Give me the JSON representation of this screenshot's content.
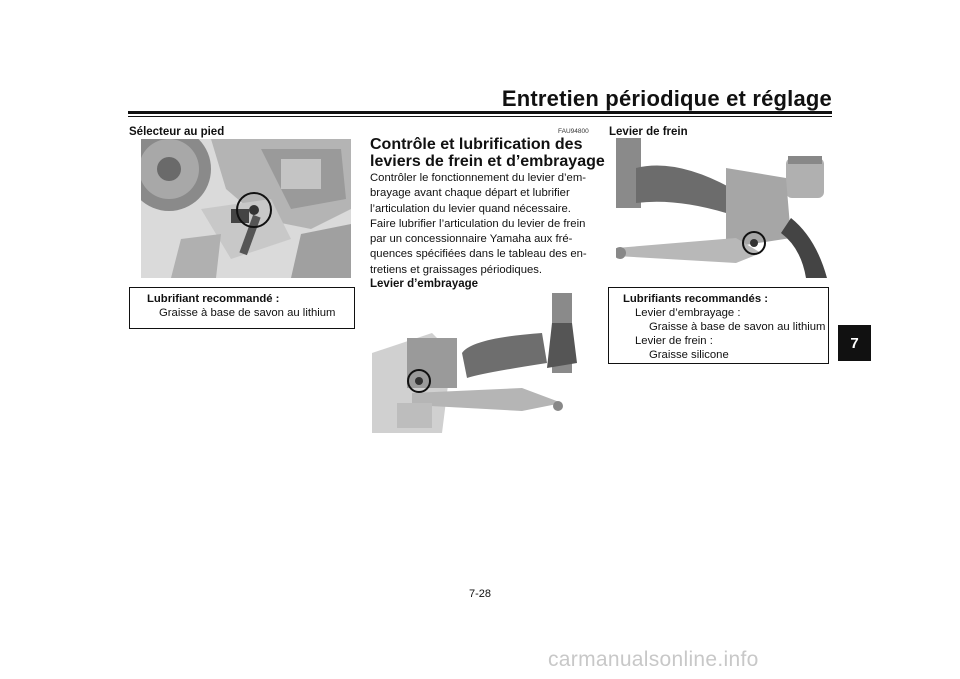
{
  "header": {
    "title": "Entretien périodique et réglage",
    "chapter_tab": "7"
  },
  "col1": {
    "heading": "Sélecteur au pied",
    "box_title": "Lubrifiant recommandé :",
    "box_value": "Graisse à base de savon au lithium"
  },
  "col2": {
    "code": "FAU94800",
    "heading_line1": "Contrôle et lubrification des",
    "heading_line2": "leviers de frein et d’embrayage",
    "paragraph": [
      "Contrôler le fonctionnement du levier d’em-",
      "brayage avant chaque départ et lubrifier",
      "l’articulation du levier quand nécessaire.",
      "Faire lubrifier l’articulation du levier de frein",
      "par un concessionnaire Yamaha aux fré-",
      "quences spécifiées dans le tableau des en-",
      "tretiens et graissages périodiques."
    ],
    "subheading": "Levier d’embrayage"
  },
  "col3": {
    "heading": "Levier de frein",
    "box_title": "Lubrifiants recommandés :",
    "box_line1": "Levier d’embrayage :",
    "box_line2": "Graisse à base de savon au lithium",
    "box_line3": "Levier de frein :",
    "box_line4": "Graisse silicone"
  },
  "footer": {
    "page_number": "7-28",
    "watermark": "carmanualsonline.info"
  }
}
